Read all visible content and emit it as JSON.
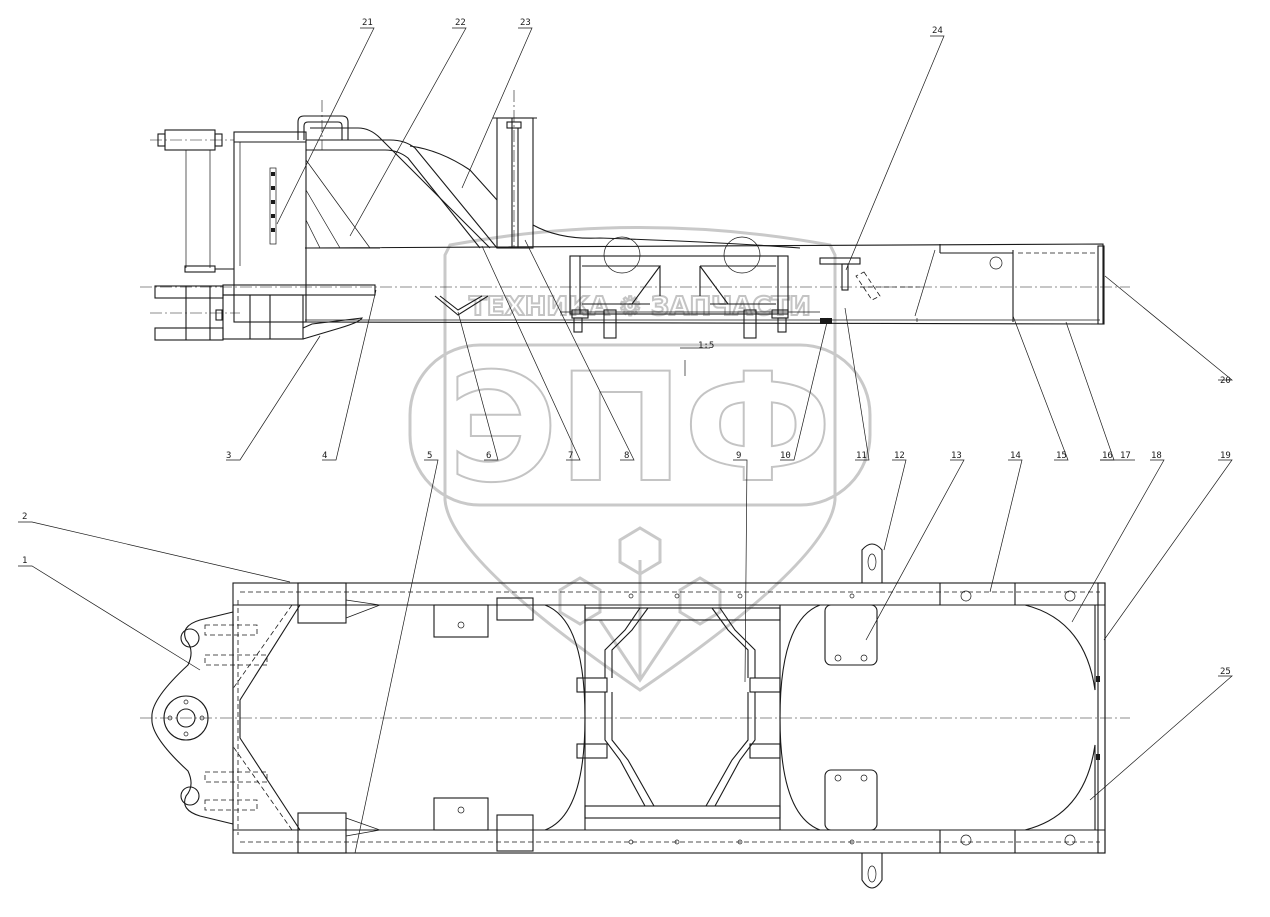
{
  "watermark": {
    "brand_line": "ТЕХНИКА ⚙ ЗАПЧАСТИ",
    "logo_letters": "ЭПФ"
  },
  "scale_note": "1:5",
  "callouts": [
    {
      "n": "1"
    },
    {
      "n": "2"
    },
    {
      "n": "3"
    },
    {
      "n": "4"
    },
    {
      "n": "5"
    },
    {
      "n": "6"
    },
    {
      "n": "7"
    },
    {
      "n": "8"
    },
    {
      "n": "9"
    },
    {
      "n": "10"
    },
    {
      "n": "11"
    },
    {
      "n": "12"
    },
    {
      "n": "13"
    },
    {
      "n": "14"
    },
    {
      "n": "15"
    },
    {
      "n": "16"
    },
    {
      "n": "17"
    },
    {
      "n": "18"
    },
    {
      "n": "19"
    },
    {
      "n": "20"
    },
    {
      "n": "21"
    },
    {
      "n": "22"
    },
    {
      "n": "23"
    },
    {
      "n": "24"
    },
    {
      "n": "25"
    }
  ],
  "colors": {
    "line": "#1a1a1a",
    "watermark": "#c9c9c9",
    "background": "#ffffff"
  }
}
